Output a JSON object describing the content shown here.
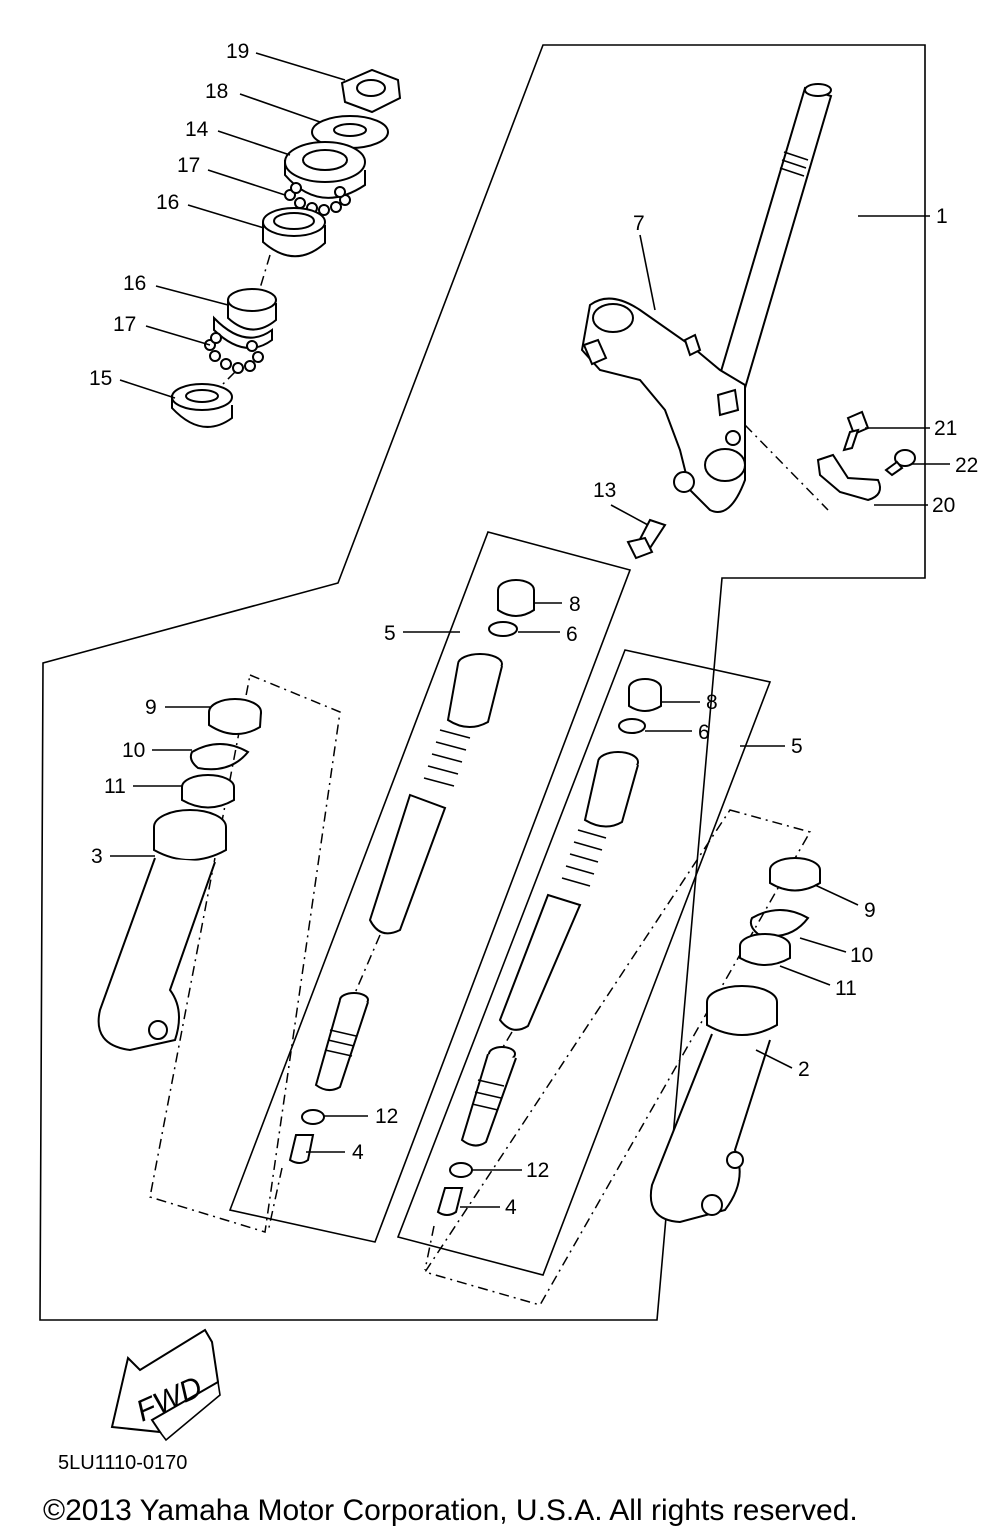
{
  "diagram": {
    "callouts": {
      "c1": "1",
      "c2": "2",
      "c3": "3",
      "c4a": "4",
      "c4b": "4",
      "c5a": "5",
      "c5b": "5",
      "c6a": "6",
      "c6b": "6",
      "c7": "7",
      "c8a": "8",
      "c8b": "8",
      "c9a": "9",
      "c9b": "9",
      "c10a": "10",
      "c10b": "10",
      "c11a": "11",
      "c11b": "11",
      "c12a": "12",
      "c12b": "12",
      "c13": "13",
      "c14": "14",
      "c15": "15",
      "c16a": "16",
      "c16b": "16",
      "c17a": "17",
      "c17b": "17",
      "c18": "18",
      "c19": "19",
      "c20": "20",
      "c21": "21",
      "c22": "22"
    },
    "fwd_label": "FWD",
    "diagram_code": "5LU1110-0170",
    "copyright": "©2013 Yamaha Motor Corporation, U.S.A. All rights reserved."
  }
}
